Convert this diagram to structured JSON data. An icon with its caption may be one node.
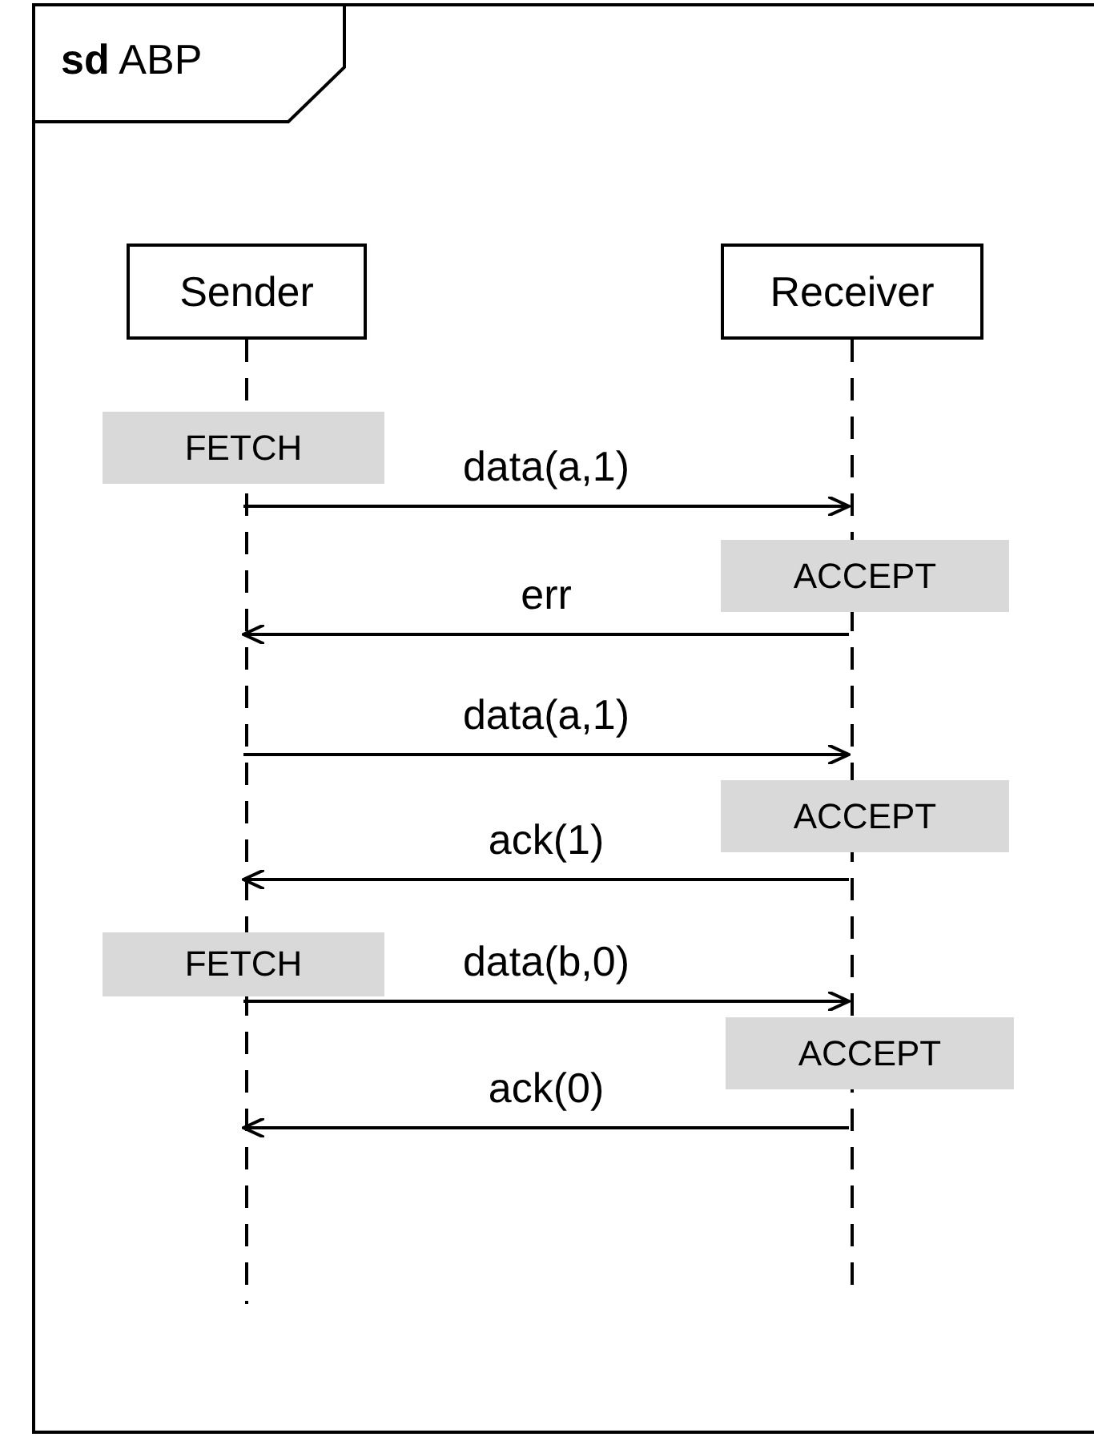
{
  "diagram": {
    "nodes": [
      {
        "text": [
          "**sd** ABP"
        ]
      },
      {
        "text": [
          "Sender"
        ],
        "in": 0
      },
      {
        "text": [
          "Receiver"
        ],
        "in": 0
      },
      {
        "text": [
          "FETCH"
        ],
        "in": 0
      },
      {
        "text": [
          "ACCEPT"
        ],
        "in": 0
      },
      {
        "text": [
          "ACCEPT"
        ],
        "in": 0
      },
      {
        "text": [
          "FETCH"
        ],
        "in": 0
      },
      {
        "text": [
          "ACCEPT"
        ],
        "in": 0
      }
    ],
    "edges": [
      {
        "from": 1,
        "to": 2,
        "arrow": "to",
        "label": "data(a,1)"
      },
      {
        "from": 2,
        "to": 1,
        "arrow": "to",
        "label": "err"
      },
      {
        "from": 1,
        "to": 2,
        "arrow": "to",
        "label": "data(a,1)"
      },
      {
        "from": 2,
        "to": 1,
        "arrow": "to",
        "label": "ack(1)"
      },
      {
        "from": 1,
        "to": 2,
        "arrow": "to",
        "label": "data(b,0)"
      },
      {
        "from": 2,
        "to": 1,
        "arrow": "to",
        "label": "ack(0)"
      }
    ]
  }
}
